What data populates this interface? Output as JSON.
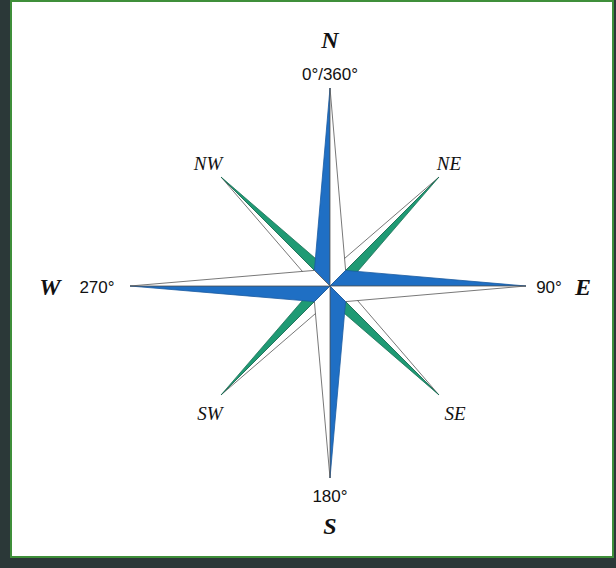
{
  "diagram": {
    "labels": [
      "N",
      "0°/360°",
      "NW",
      "NE",
      "W",
      "270°",
      "90°",
      "E",
      "SW",
      "SE",
      "180°",
      "S"
    ]
  }
}
